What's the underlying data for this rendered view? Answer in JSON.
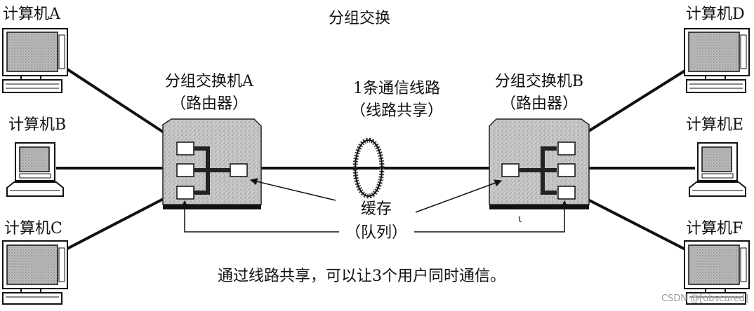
{
  "diagram": {
    "title": "分组交换",
    "caption": "通过线路共享，可以让3个用户同时通信。",
    "computers": {
      "a": "计算机A",
      "b": "计算机B",
      "c": "计算机C",
      "d": "计算机D",
      "e": "计算机E",
      "f": "计算机F"
    },
    "switch_a": {
      "name": "分组交换机A",
      "subtitle": "（路由器）"
    },
    "switch_b": {
      "name": "分组交换机B",
      "subtitle": "（路由器）"
    },
    "shared_line": {
      "label": "1条通信线路",
      "subtitle": "（线路共享）"
    },
    "buffer": {
      "label": "缓存",
      "subtitle": "（队列）"
    },
    "stray_mark": "ι"
  },
  "watermark": "CSDN @[obscured]"
}
